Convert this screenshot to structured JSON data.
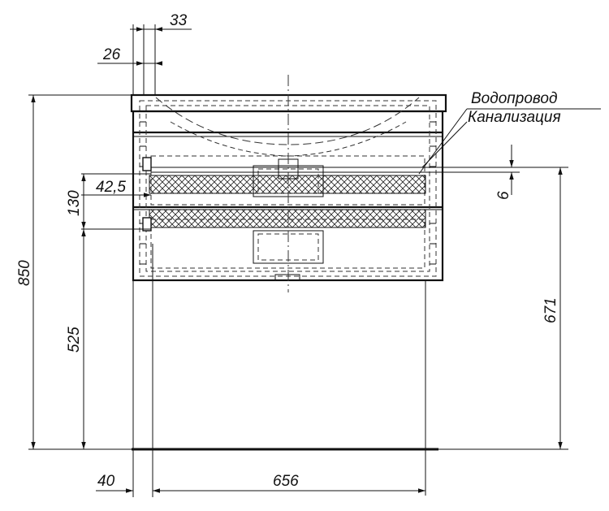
{
  "drawing": {
    "callouts": {
      "water_supply": "Водопровод",
      "sewer": "Канализация"
    },
    "dimensions": {
      "d33": "33",
      "d26": "26",
      "d42_5": "42,5",
      "d130": "130",
      "d850": "850",
      "d525": "525",
      "d6": "6",
      "d671": "671",
      "d40": "40",
      "d656": "656"
    }
  }
}
